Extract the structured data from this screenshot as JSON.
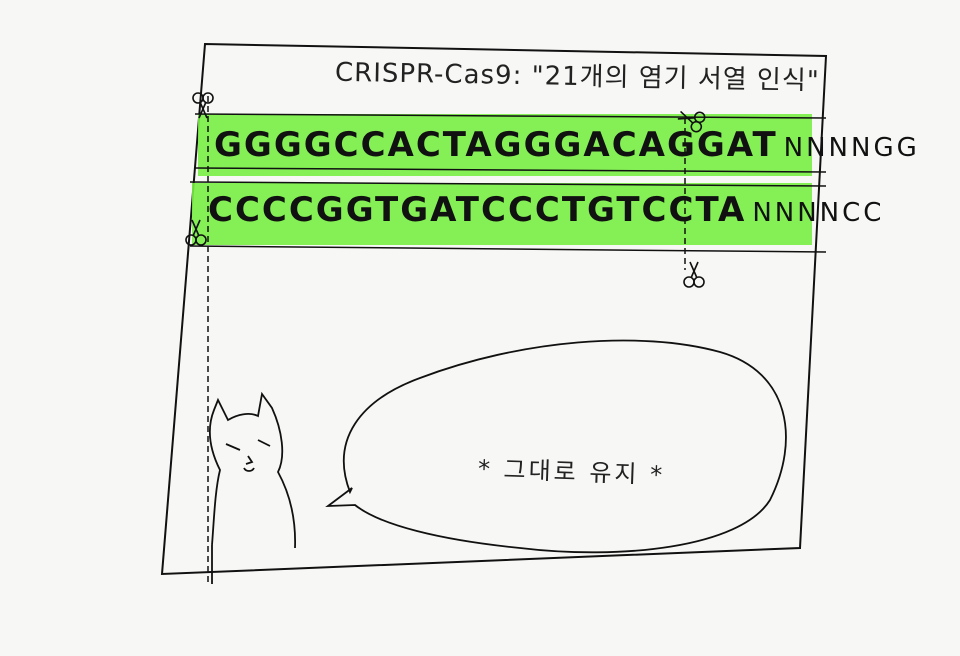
{
  "title": "CRISPR-Cas9: \"21개의 염기 서열 인식\"",
  "strands": {
    "top": {
      "sequence": "GGGGCCACTAGGGACAGGAT",
      "pam": "NNNNGG"
    },
    "bottom": {
      "sequence": "CCCCGGTGATCCCTGTCCTA",
      "pam": "NNNNCC"
    }
  },
  "speech_bubble": {
    "text": "* 그대로 유지 *"
  },
  "colors": {
    "highlight": "#77ee44",
    "ink": "#111111",
    "paper": "#f7f7f5"
  },
  "icons": [
    "scissors-icon",
    "cat-icon",
    "speech-bubble"
  ]
}
